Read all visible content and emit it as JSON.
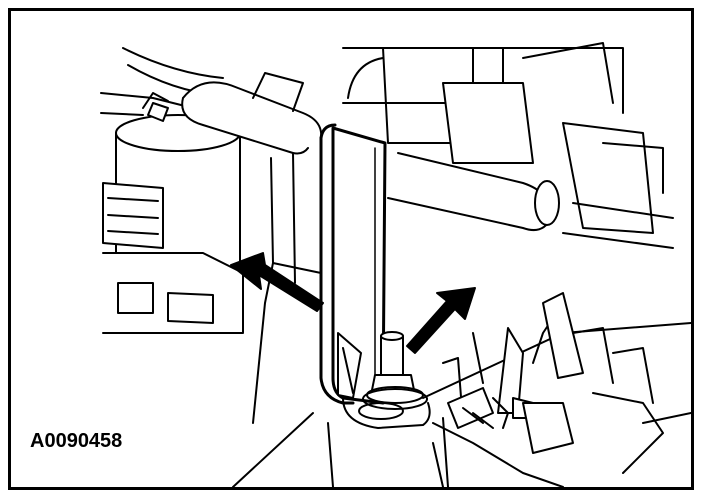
{
  "figure": {
    "label": "A0090458"
  },
  "colors": {
    "ink": "#000000",
    "paper": "#ffffff",
    "shade": "#d9d9d9"
  },
  "icons": [
    "callout-arrow-left",
    "callout-arrow-right"
  ]
}
